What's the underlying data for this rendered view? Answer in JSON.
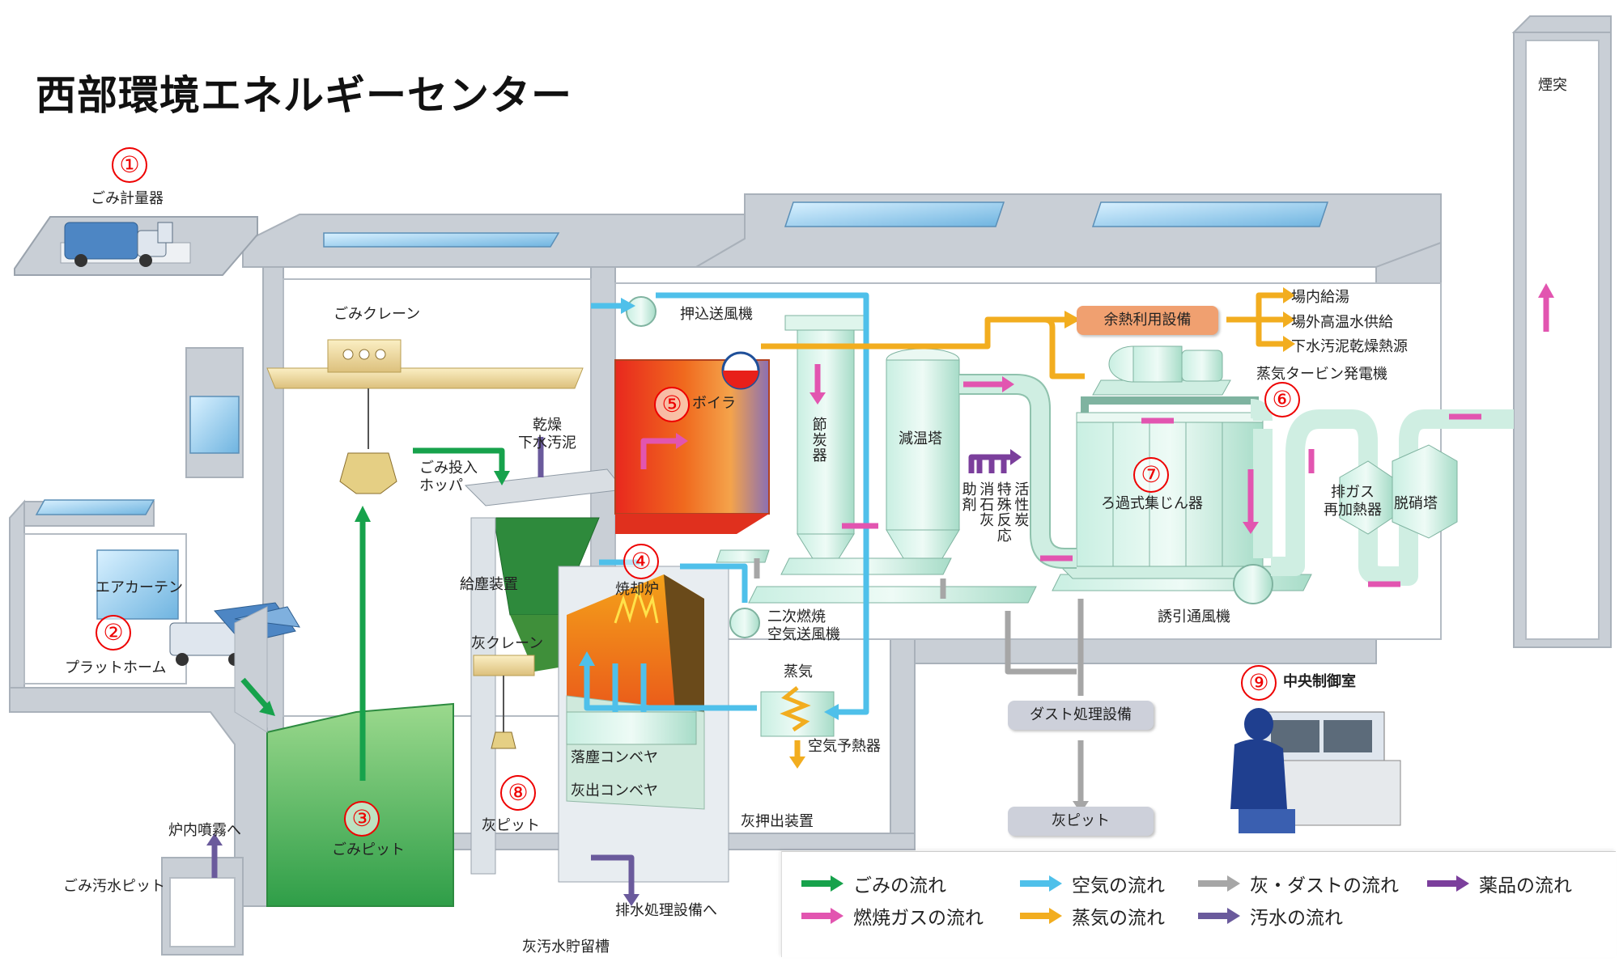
{
  "title": "西部環境エネルギーセンター",
  "colors": {
    "garbage": "#17a24c",
    "air": "#4fc0ea",
    "ash_dust": "#a6a6a6",
    "chemical": "#7b3f9c",
    "combustion_gas": "#e255b0",
    "steam": "#f2ad1f",
    "wastewater": "#6a5a9c",
    "numbers": "#e8000b"
  },
  "numbers": [
    "①",
    "②",
    "③",
    "④",
    "⑤",
    "⑥",
    "⑦",
    "⑧",
    "⑨"
  ],
  "labels": {
    "scale": "ごみ計量器",
    "platform": "プラットホーム",
    "air_curtain": "エアカーテン",
    "pit": "ごみピット",
    "crane": "ごみクレーン",
    "hopper": "ごみ投入\nホッパ",
    "sludge": "乾燥\n下水汚泥",
    "feeder": "給塵装置",
    "ash_crane": "灰クレーン",
    "ash_pit": "灰ピット",
    "incinerator": "焼却炉",
    "boiler": "ボイラ",
    "fan_push": "押込送風機",
    "economizer": "節炭器",
    "cooling_tower": "減温塔",
    "chemicals": "活性炭\n特殊反応\n消石灰\n助剤",
    "secondary_fan": "二次燃焼\n空気送風機",
    "steam_lbl": "蒸気",
    "air_preheater": "空気予熱器",
    "drop_conveyor": "落塵コンベヤ",
    "ash_conveyor": "灰出コンベヤ",
    "ash_pusher": "灰押出装置",
    "bag_filter": "ろ過式集じん器",
    "induced_fan": "誘引通風機",
    "reheater": "排ガス\n再加熱器",
    "denitration": "脱硝塔",
    "stack": "煙突",
    "waste_heat": "余熱利用設備",
    "hot_water_in": "場内給湯",
    "hot_water_out": "場外高温水供給",
    "sludge_dry": "下水汚泥乾燥熱源",
    "turbine": "蒸気タービン発電機",
    "dust_treatment": "ダスト処理設備",
    "ash_pit_box": "灰ピット",
    "control_room": "中央制御室",
    "spray": "炉内噴霧へ",
    "sewage_pit": "ごみ汚水ピット",
    "drain": "排水処理設備へ",
    "ash_water_tank": "灰汚水貯留槽"
  },
  "legend": [
    {
      "label": "ごみの流れ",
      "color": "#17a24c"
    },
    {
      "label": "空気の流れ",
      "color": "#4fc0ea"
    },
    {
      "label": "灰・ダストの流れ",
      "color": "#a6a6a6"
    },
    {
      "label": "薬品の流れ",
      "color": "#7b3f9c"
    },
    {
      "label": "燃焼ガスの流れ",
      "color": "#e255b0"
    },
    {
      "label": "蒸気の流れ",
      "color": "#f2ad1f"
    },
    {
      "label": "汚水の流れ",
      "color": "#6a5a9c"
    }
  ]
}
